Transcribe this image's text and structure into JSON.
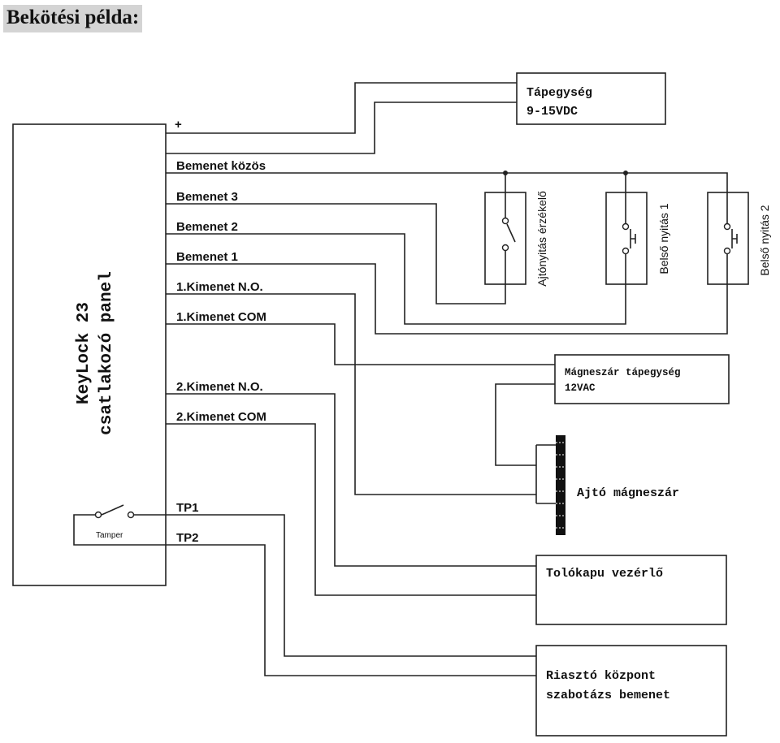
{
  "title": "Bekötési példa:",
  "panel": {
    "line1": "KeyLock 23",
    "line2": "csatlakozó panel"
  },
  "terminals": {
    "plus": "+",
    "bemenet_kozos": "Bemenet közös",
    "bemenet3": "Bemenet 3",
    "bemenet2": "Bemenet 2",
    "bemenet1": "Bemenet 1",
    "kimenet1_no": "1.Kimenet N.O.",
    "kimenet1_com": "1.Kimenet COM",
    "kimenet2_no": "2.Kimenet N.O.",
    "kimenet2_com": "2.Kimenet COM",
    "tp1": "TP1",
    "tp2": "TP2"
  },
  "tamper": "Tamper",
  "power_supply": {
    "line1": "Tápegység",
    "line2": "9-15VDC"
  },
  "sensors": {
    "door_sensor": "Ajtónyitás érzékelő",
    "button1": "Belső nyitás 1",
    "button2": "Belső nyitás 2"
  },
  "mag_power": {
    "line1": "Mágneszár tápegység",
    "line2": "12VAC"
  },
  "mag_lock": "Ajtó mágneszár",
  "gate": "Tolókapu vezérlő",
  "alarm": {
    "line1": "Riasztó központ",
    "line2": "szabotázs bemenet"
  }
}
